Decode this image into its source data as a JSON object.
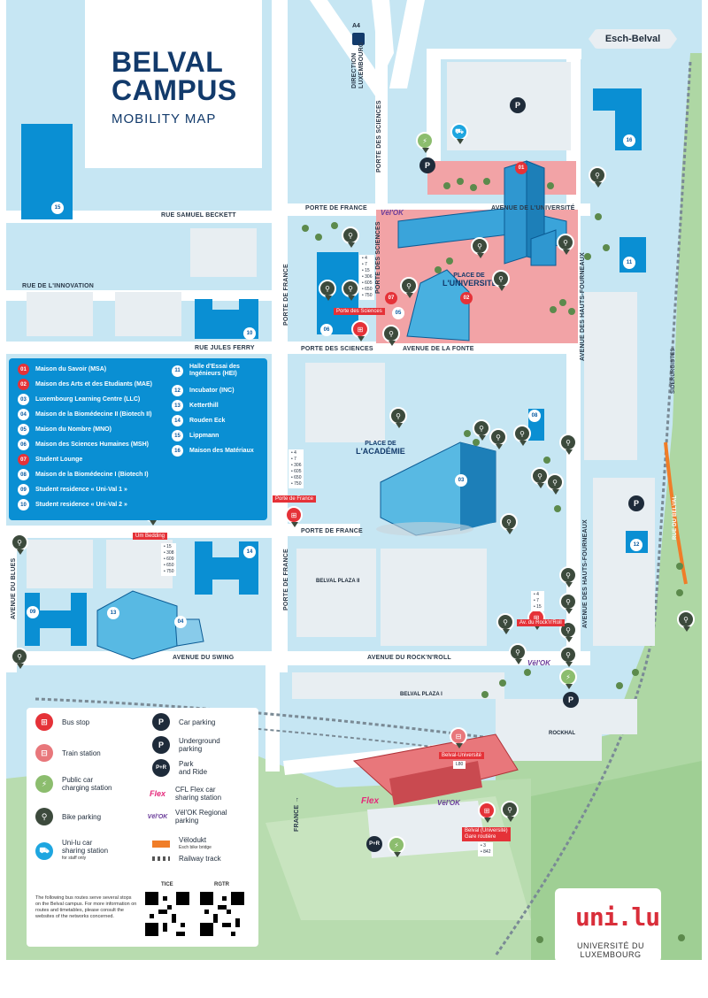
{
  "title": {
    "line1": "BELVAL",
    "line2": "CAMPUS",
    "subtitle": "MOBILITY MAP"
  },
  "direction_sign": "Esch-Belval",
  "highway": {
    "badge": "A4",
    "text": "DIRECTION LUXEMBOURG"
  },
  "streets": {
    "rue_samuel_beckett": "RUE SAMUEL BECKETT",
    "rue_innovation": "RUE DE L'INNOVATION",
    "rue_jules_ferry": "RUE JULES FERRY",
    "porte_de_france_top": "PORTE DE FRANCE",
    "porte_de_france_v1": "PORTE DE FRANCE",
    "porte_de_france_mid": "PORTE DE FRANCE",
    "porte_de_france_v2": "PORTE DE FRANCE",
    "porte_des_sciences_v1": "PORTE DES SCIENCES",
    "porte_des_sciences_v2": "PORTE DES SCIENCES",
    "porte_des_sciences_h": "PORTE DES SCIENCES",
    "avenue_universite": "AVENUE DE L'UNIVERSITÉ",
    "avenue_fonte": "AVENUE DE LA FONTE",
    "avenue_hauts_fourneaux_1": "AVENUE DES HAUTS-FOURNEAUX",
    "avenue_hauts_fourneaux_2": "AVENUE DES HAUTS-FOURNEAUX",
    "avenue_blues": "AVENUE DU BLUES",
    "avenue_swing": "AVENUE DU SWING",
    "avenue_rocknroll": "AVENUE DU ROCK'N'ROLL",
    "siderurgistes": "SIDÉRURGISTES",
    "rue_du_belval": "RUE DU BELVAL",
    "france": "FRANCE →"
  },
  "places": {
    "universite_small": "PLACE DE",
    "universite_big": "L'UNIVERSITÉ",
    "academie_small": "PLACE DE",
    "academie_big": "L'ACADÉMIE",
    "belval_plaza_2": "BELVAL PLAZA II",
    "belval_plaza_1": "BELVAL PLAZA I",
    "rockhal": "ROCKHAL"
  },
  "buildings_legend": [
    {
      "num": "01",
      "label": "Maison du Savoir (MSA)",
      "red": true
    },
    {
      "num": "02",
      "label": "Maison des Arts et des Etudiants (MAE)",
      "red": true
    },
    {
      "num": "03",
      "label": "Luxembourg Learning Centre (LLC)",
      "red": false
    },
    {
      "num": "04",
      "label": "Maison de la Biomédecine II (Biotech II)",
      "red": false
    },
    {
      "num": "05",
      "label": "Maison du Nombre (MNO)",
      "red": false
    },
    {
      "num": "06",
      "label": "Maison des Sciences Humaines (MSH)",
      "red": false
    },
    {
      "num": "07",
      "label": "Student Lounge",
      "red": true
    },
    {
      "num": "08",
      "label": "Maison de la Biomédecine I (Biotech I)",
      "red": false
    },
    {
      "num": "09",
      "label": "Student residence « Uni-Val 1 »",
      "red": false
    },
    {
      "num": "10",
      "label": "Student residence « Uni-Val 2 »",
      "red": false
    }
  ],
  "buildings_legend_2": [
    {
      "num": "11",
      "label": "Halle d'Essai des Ingénieurs (HEI)"
    },
    {
      "num": "12",
      "label": "Incubator (INC)"
    },
    {
      "num": "13",
      "label": "Ketterthill"
    },
    {
      "num": "14",
      "label": "Rouden Eck"
    },
    {
      "num": "15",
      "label": "Lippmann"
    },
    {
      "num": "16",
      "label": "Maison des Matériaux"
    }
  ],
  "bus_stops": {
    "porte_sciences": "Porte des Sciences",
    "porte_france": "Porte de France",
    "um_bedding": "Um Bedding",
    "rocknroll": "Av. du Rock'n'Roll",
    "belval_universite": "Belval-Université",
    "belval_gare_1": "Belval (Université)",
    "belval_gare_2": "Gare routière"
  },
  "routes": {
    "porte_sciences": [
      "• 4",
      "• 7",
      "• 15",
      "• 306",
      "• 605",
      "• 650",
      "• 750"
    ],
    "porte_france": [
      "• 4",
      "• 7",
      "• 306",
      "• 605",
      "• 650",
      "• 750"
    ],
    "um_bedding": [
      "• 15",
      "• 308",
      "• 609",
      "• 650",
      "• 750"
    ],
    "rocknroll": [
      "• 4",
      "• 7",
      "• 15"
    ],
    "belval_uni": [
      "L80"
    ],
    "gare": [
      "• 3",
      "• 842"
    ]
  },
  "legend": {
    "bus_stop": "Bus stop",
    "train_station": "Train station",
    "car_charging_1": "Public car",
    "car_charging_2": "charging station",
    "bike_parking": "Bike parking",
    "uni_car_1": "Uni-lu car",
    "uni_car_2": "sharing station",
    "uni_car_sub": "for staff only",
    "car_parking": "Car parking",
    "underground_1": "Underground",
    "underground_2": "parking",
    "park_ride_1": "Park",
    "park_ride_2": "and Ride",
    "cfl_flex_1": "CFL Flex car",
    "cfl_flex_2": "sharing station",
    "velok_1": "Vël'OK Regional",
    "velok_2": "parking",
    "velodukt": "Vëlodukt",
    "velodukt_sub": "Esch bike bridge",
    "railway": "Railway track",
    "p_symbol": "P",
    "pr_symbol": "P+R",
    "flex_symbol": "Flex",
    "velok_symbol": "Vël'OK"
  },
  "note": "The following bus routes serve several stops on the Belval campus. For more information on routes and timetables, please consult the websites of the networks concerned.",
  "qr": {
    "tice": "TICE",
    "rgtr": "RGTR"
  },
  "university": {
    "logo": "uni.lu",
    "line1": "UNIVERSITÉ DU",
    "line2": "LUXEMBOURG"
  },
  "colors": {
    "water": "#c6e6f3",
    "building": "#0a8fd3",
    "road": "#ffffff",
    "highlight": "#f2a3a6",
    "red": "#e53238",
    "green": "#8fc28a",
    "navy": "#123a6b"
  }
}
